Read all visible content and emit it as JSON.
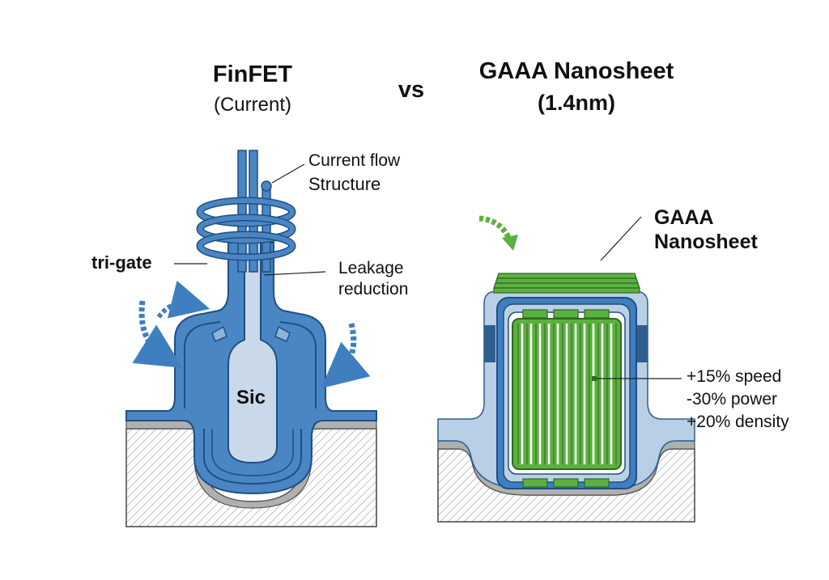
{
  "left": {
    "title": "FinFET",
    "subtitle": "(Current)",
    "labels": {
      "current_flow": "Current flow",
      "structure": "Structure",
      "tri_gate": "tri-gate",
      "leakage_1": "Leakage",
      "leakage_2": "reduction",
      "channel": "Sic"
    }
  },
  "vs": "vs",
  "right": {
    "title": "GAAA Nanosheet",
    "subtitle": "(1.4nm)",
    "labels": {
      "name_1": "GAAA",
      "name_2": "Nanosheet"
    },
    "stats": [
      "+15% speed",
      "-30% power",
      "+20% density"
    ]
  },
  "colors": {
    "blue": "#3f7fbf",
    "blue_dark": "#1f4f82",
    "blue_light": "#bcd0e4",
    "green": "#5cb040",
    "green_dark": "#2f6a22",
    "gray": "#a8a8a8"
  }
}
